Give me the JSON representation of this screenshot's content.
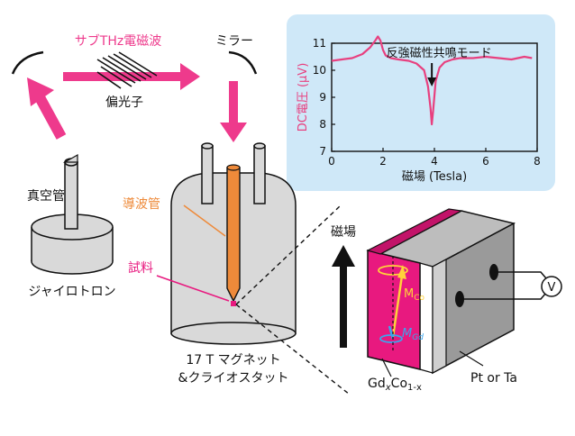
{
  "labels": {
    "sub_thz": "サブTHz電磁波",
    "mirror": "ミラー",
    "polarizer": "偏光子",
    "vacuum_tube": "真空管",
    "gyrotron": "ジャイロトロン",
    "waveguide": "導波管",
    "sample": "試料",
    "magnet_line1": "17 T マグネット",
    "magnet_line2": "&クライオスタット",
    "field": "磁場",
    "m_co": "M",
    "m_co_sub": "Co",
    "m_gd": "M",
    "m_gd_sub": "Gd",
    "gd": "Gd",
    "gd_x": "x",
    "co": "Co",
    "co_sub": "1-x",
    "pt_ta": "Pt or Ta",
    "voltmeter": "V"
  },
  "colors": {
    "beam": "#ee3a8c",
    "waveguide": "#ee8a3a",
    "sample_layer": "#e8197f",
    "inset_bg": "#cfe8f8",
    "metal": "#d9d9d9"
  },
  "chart_data": {
    "type": "line",
    "annotation": "反強磁性共鳴モード",
    "annotation_x": 3.9,
    "xlabel": "磁場 (Tesla)",
    "ylabel": "DC電圧 (μV)",
    "xlim": [
      0,
      8
    ],
    "ylim": [
      7,
      11
    ],
    "xticks": [
      0,
      2,
      4,
      6,
      8
    ],
    "yticks": [
      7,
      8,
      9,
      10,
      11
    ],
    "grid": false,
    "series": [
      {
        "color": "#e8407f",
        "x": [
          0.0,
          0.4,
          0.8,
          1.2,
          1.5,
          1.7,
          1.8,
          1.9,
          2.0,
          2.1,
          2.3,
          2.6,
          3.0,
          3.3,
          3.6,
          3.75,
          3.85,
          3.9,
          3.95,
          4.05,
          4.2,
          4.4,
          4.7,
          5.0,
          5.5,
          6.0,
          6.5,
          7.0,
          7.5,
          7.8
        ],
        "y": [
          10.35,
          10.4,
          10.45,
          10.6,
          10.85,
          11.1,
          11.25,
          11.1,
          10.75,
          10.55,
          10.45,
          10.4,
          10.35,
          10.25,
          10.0,
          9.4,
          8.6,
          8.0,
          8.5,
          9.6,
          10.1,
          10.3,
          10.4,
          10.45,
          10.45,
          10.5,
          10.45,
          10.4,
          10.5,
          10.45
        ]
      }
    ]
  }
}
